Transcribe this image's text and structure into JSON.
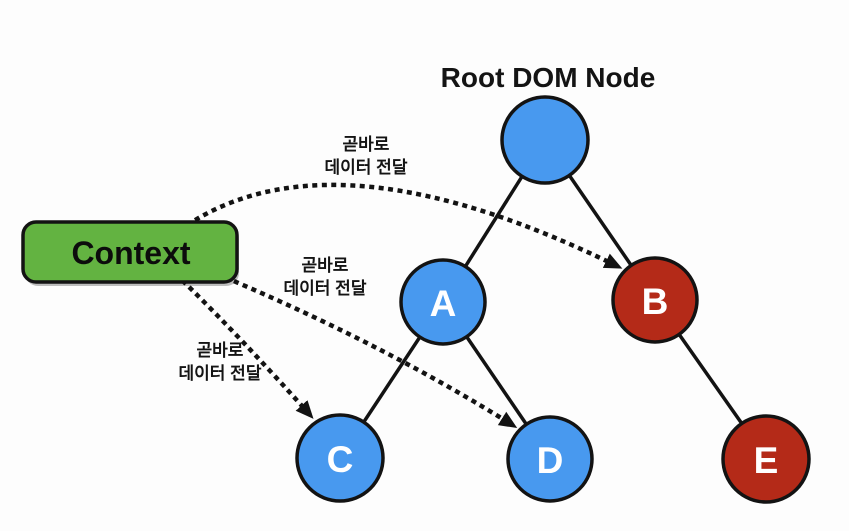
{
  "title": "Root DOM Node",
  "context_box": {
    "label": "Context"
  },
  "colors": {
    "node_blue": "#4899ef",
    "node_red": "#b42a18",
    "context_green": "#63b341",
    "line_black": "#131313"
  },
  "nodes": {
    "root": {
      "label": ""
    },
    "a": {
      "label": "A"
    },
    "b": {
      "label": "B"
    },
    "c": {
      "label": "C"
    },
    "d": {
      "label": "D"
    },
    "e": {
      "label": "E"
    }
  },
  "arrows": {
    "to_b": {
      "line1": "곧바로",
      "line2": "데이터 전달"
    },
    "to_d": {
      "line1": "곧바로",
      "line2": "데이터 전달"
    },
    "to_c": {
      "line1": "곧바로",
      "line2": "데이터 전달"
    }
  }
}
